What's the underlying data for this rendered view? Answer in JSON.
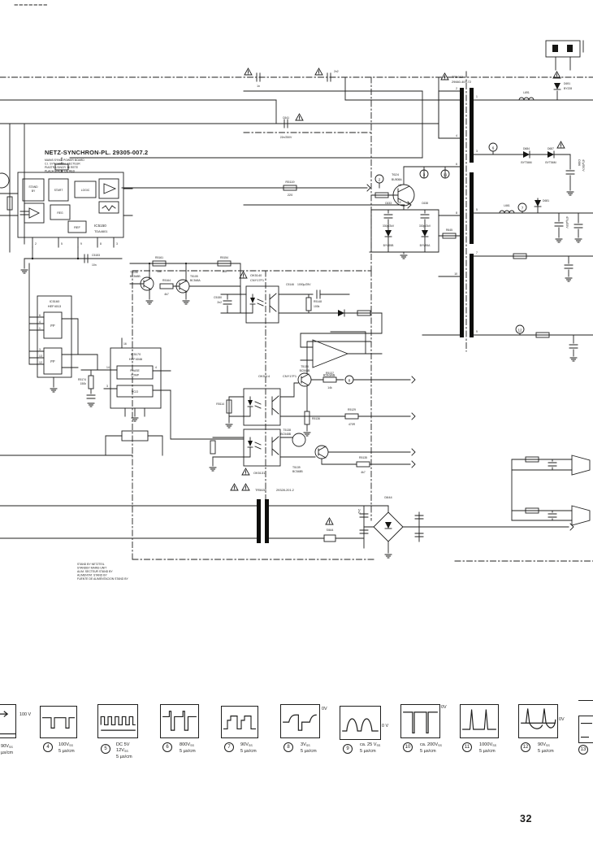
{
  "page": {
    "number": "32",
    "ink": "#1c1c1b",
    "paper": "#ffffff"
  },
  "title_block": {
    "title": "NETZ-SYNCHRON-PL.  29305-007.2",
    "sub1": "MAINS SYNC. POWER BOARD",
    "sub2": "C.I. SYNCHRON. SECTEUR",
    "sub3": "PIASTRA SINCR. DI RETE",
    "sub4": "PLACA SINCR. DE RED"
  },
  "standby_note": {
    "l1": "STAND BY NETZTEIL",
    "l2": "STANDBY MAINS UNIT",
    "l3": "ALIM. SECTEUR STAND BY",
    "l4": "ALIMENTAT. STAND BY",
    "l5": "FUENTE DE ALIMENTACION STAND BY"
  },
  "ic5150": {
    "ref": "IC5150",
    "part": "TDA4601",
    "b_standby1": "STAND",
    "b_standby2": "BY",
    "b_start": "START",
    "b_logic": "LOGIC",
    "b_reg": "REG",
    "b_ref": "REF",
    "pins": [
      "2",
      "5",
      "9",
      "8",
      "3"
    ]
  },
  "ic5160": {
    "ref": "IC5160",
    "part": "HEF4013",
    "ff1": "FF",
    "ff2": "FF",
    "pins": [
      "6",
      "4",
      "1",
      "3",
      "13",
      "12"
    ]
  },
  "ic5170": {
    "ref": "IC5170",
    "part": "HEF4046",
    "ph1": "PHASE",
    "ph2": "COMP",
    "vco": "VCO",
    "pins": [
      "16",
      "14",
      "3",
      "4"
    ]
  },
  "ic5165": {
    "ref": "IC5165"
  },
  "tr5612": {
    "ref": "TR5612",
    "part": "29660-409.72",
    "pins_left": [
      "2",
      "4",
      "6",
      "8",
      "10"
    ],
    "pins_right": [
      "1",
      "3",
      "5",
      "7",
      "9"
    ]
  },
  "tr5630": {
    "ref": "TR5630",
    "part": "29328-201.2"
  },
  "optos": {
    "o1ref": "OK5140",
    "o1part": "CNY17F1",
    "o2ref": "OK5114",
    "o2part": "CNY17F1",
    "o3ref": "OK5131"
  },
  "parts": {
    "r5119": {
      "r": "R5119",
      "v": "220"
    },
    "pin13": "13",
    "pin12": "12",
    "c5153": {
      "r": "C5153",
      "v": "10n"
    },
    "capx": {
      "r": "C641",
      "v": "22n/250V"
    },
    "capy1": "1n",
    "capy2": "2n2",
    "r5161": {
      "r": "R5161",
      "v": "15k"
    },
    "r5154": {
      "r": "R5154",
      "v": "1k5"
    },
    "r5164": {
      "r": "R5164",
      "v": "4k7"
    },
    "t5106": {
      "r": "T5106",
      "v": "BC548B"
    },
    "t5105": {
      "r": "T5105",
      "v": "BC548A"
    },
    "r5174": {
      "r": "R5174",
      "v": "150k"
    },
    "c5150": {
      "r": "C5150",
      "v": "2n2"
    },
    "c5146": {
      "r": "C5146",
      "v": "1000µ/25V"
    },
    "r5148": {
      "r": "R5148",
      "v": "100k"
    },
    "t624": {
      "r": "T624",
      "v": "BU508A"
    },
    "c633": {
      "r": "C633",
      "v": "330p/2kV"
    },
    "c638": {
      "r": "C638",
      "v": "330p/2kV"
    },
    "d633": "BYV95B",
    "d634": "BYV95A",
    "r645": "R645",
    "d684": {
      "r": "D684",
      "v": "BYT56M"
    },
    "d687": {
      "r": "D687",
      "v": "BYT56M"
    },
    "c686": {
      "r": "C686",
      "v": "47µ/350V"
    },
    "l691": "L691",
    "d691": {
      "r": "D691",
      "v": "BY228"
    },
    "l661": "L661",
    "d681": "D681",
    "c682": "470µ/25V",
    "t5134": {
      "r": "T5134",
      "v": "BC548B"
    },
    "t5138": {
      "r": "T5138",
      "v": "BC548B"
    },
    "t5139": {
      "r": "T5139",
      "v": "BC548B"
    },
    "r5137": {
      "r": "R5137",
      "v": "14k"
    },
    "r5129": {
      "r": "R5129",
      "v": "470R"
    },
    "r5135": {
      "r": "R5135",
      "v": "4k7"
    },
    "r5136": "R5136",
    "r5114": "R5114",
    "si644": "SI644",
    "d644": "D644",
    "c606": "2n2"
  },
  "test_points": {
    "tp2": "2",
    "tp3": "3",
    "tp6": "6",
    "tp7": "7",
    "tp8": "8",
    "tp11": "11",
    "tp12": "12"
  },
  "waveforms": [
    {
      "num": "",
      "extra": "",
      "amp": "90V",
      "sub": "SS",
      "time": "µs/cm",
      "ann": "100 V"
    },
    {
      "num": "4",
      "extra": "",
      "amp": "100V",
      "sub": "SS",
      "time": "5 µs/cm",
      "ann": ""
    },
    {
      "num": "5",
      "extra": "DC 5V",
      "amp": "12V",
      "sub": "SS",
      "time": "5 µs/cm",
      "ann": ""
    },
    {
      "num": "6",
      "extra": "",
      "amp": "800V",
      "sub": "SS",
      "time": "5 µs/cm",
      "ann": ""
    },
    {
      "num": "7",
      "extra": "",
      "amp": "90V",
      "sub": "SS",
      "time": "5 µs/cm",
      "ann": ""
    },
    {
      "num": "8",
      "extra": "",
      "amp": "3V",
      "sub": "SS",
      "time": "5 µs/cm",
      "ann": "0V"
    },
    {
      "num": "9",
      "extra": "",
      "amp": "ca. 25 V",
      "sub": "SS",
      "time": "5 µs/cm",
      "ann": "0 V"
    },
    {
      "num": "10",
      "extra": "",
      "amp": "ca. 200V",
      "sub": "SS",
      "time": "5 µs/cm",
      "ann": "0V"
    },
    {
      "num": "11",
      "extra": "",
      "amp": "1000V",
      "sub": "SS",
      "time": "5 µs/cm",
      "ann": ""
    },
    {
      "num": "12",
      "extra": "",
      "amp": "90V",
      "sub": "SS",
      "time": "5 µs/cm",
      "ann": "0V"
    },
    {
      "num": "13",
      "extra": "",
      "amp": "",
      "sub": "",
      "time": "",
      "ann": ""
    }
  ]
}
